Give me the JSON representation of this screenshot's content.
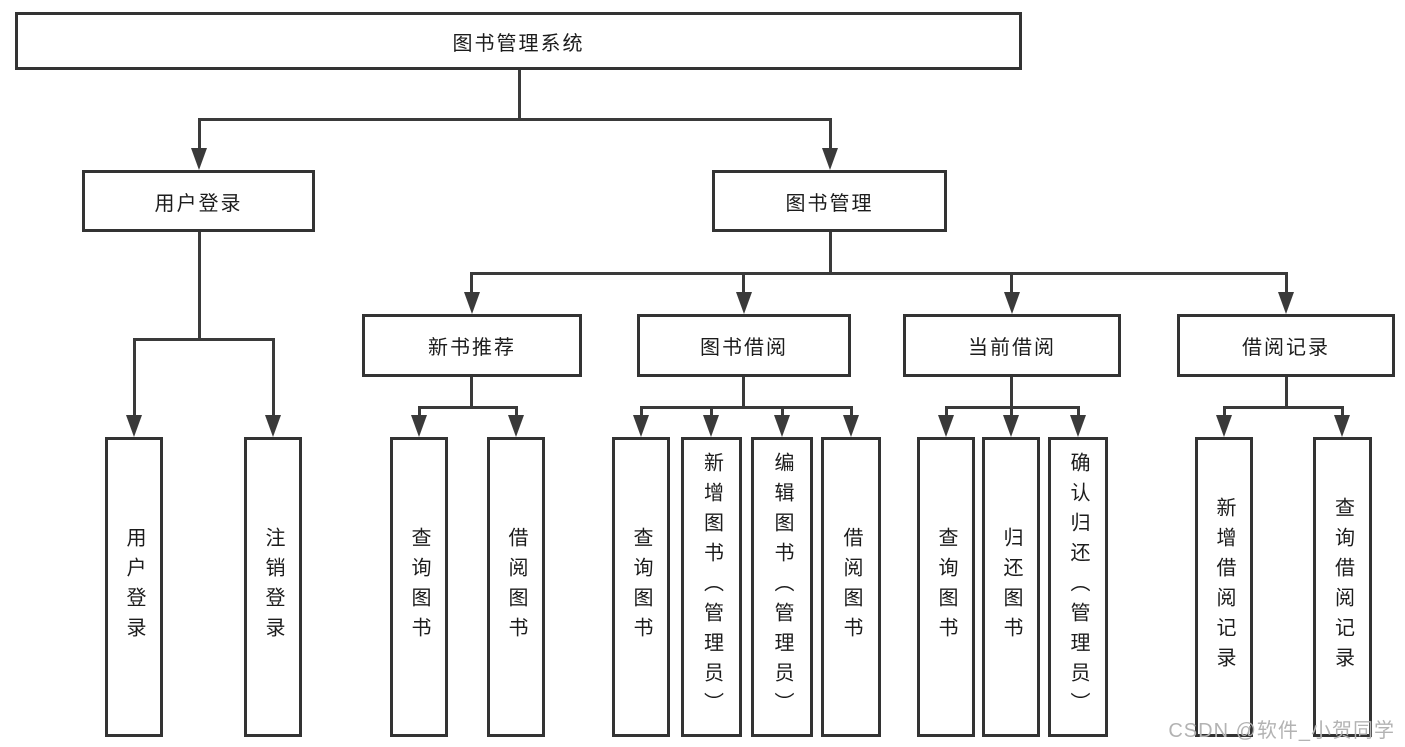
{
  "tree": {
    "root": "图书管理系统",
    "children": [
      {
        "label": "用户登录",
        "children": [
          "用户登录",
          "注销登录"
        ]
      },
      {
        "label": "图书管理",
        "children": [
          {
            "label": "新书推荐",
            "children": [
              "查询图书",
              "借阅图书"
            ]
          },
          {
            "label": "图书借阅",
            "children": [
              "查询图书",
              "新增图书（管理员）",
              "编辑图书（管理员）",
              "借阅图书"
            ]
          },
          {
            "label": "当前借阅",
            "children": [
              "查询图书",
              "归还图书",
              "确认归还（管理员）"
            ]
          },
          {
            "label": "借阅记录",
            "children": [
              "新增借阅记录",
              "查询借阅记录"
            ]
          }
        ]
      }
    ]
  },
  "watermark": "CSDN @软件_小贺同学",
  "colors": {
    "line": "#3a3a3a",
    "box_border": "#333333",
    "text": "#1c1c1c",
    "watermark": "#b3b3b3",
    "background": "#ffffff"
  }
}
